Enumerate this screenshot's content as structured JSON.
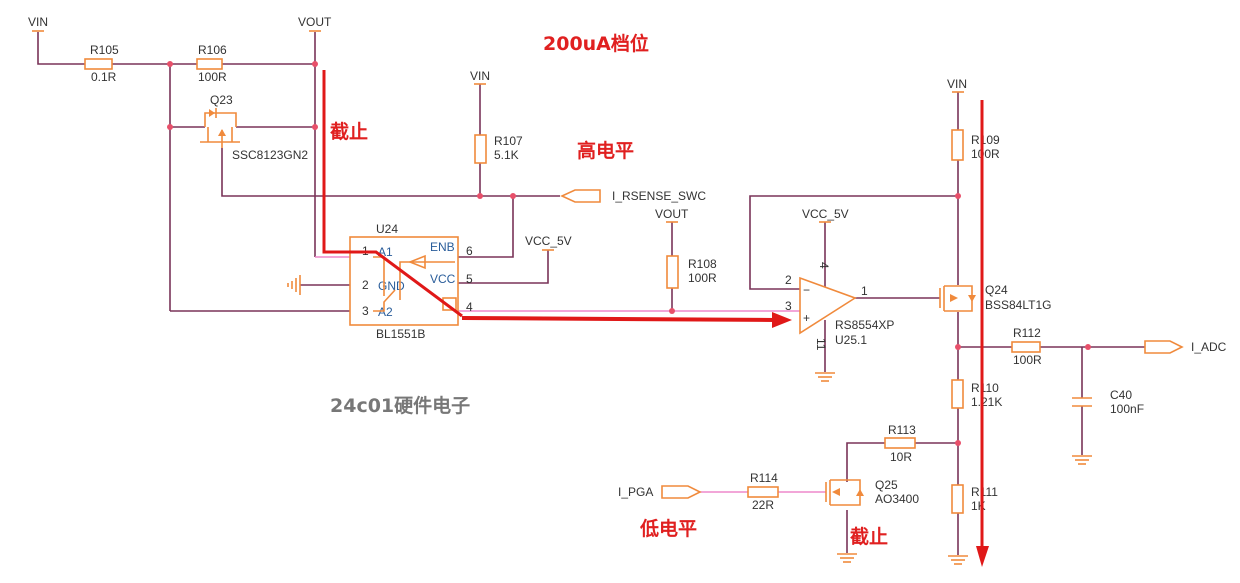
{
  "annotations": {
    "range_title": "200uA档位",
    "cutoff_top": "截止",
    "high_level": "高电平",
    "low_level": "低电平",
    "cutoff_bottom": "截止",
    "watermark": "24c01硬件电子"
  },
  "colors": {
    "wire": "#7a3358",
    "component": "#f08a3c",
    "highlight": "#e01818"
  },
  "nets": {
    "vin": "VIN",
    "vout": "VOUT",
    "vcc_5v": "VCC_5V"
  },
  "ports": {
    "i_rsense_swc": "I_RSENSE_SWC",
    "i_adc": "I_ADC",
    "i_pga": "I_PGA"
  },
  "components": {
    "r105": {
      "ref": "R105",
      "value": "0.1R"
    },
    "r106": {
      "ref": "R106",
      "value": "100R"
    },
    "r107": {
      "ref": "R107",
      "value": "5.1K"
    },
    "r108": {
      "ref": "R108",
      "value": "100R"
    },
    "r109": {
      "ref": "R109",
      "value": "100R"
    },
    "r110": {
      "ref": "R110",
      "value": "1.21K"
    },
    "r111": {
      "ref": "R111",
      "value": "1K"
    },
    "r112": {
      "ref": "R112",
      "value": "100R"
    },
    "r113": {
      "ref": "R113",
      "value": "10R"
    },
    "r114": {
      "ref": "R114",
      "value": "22R"
    },
    "c40": {
      "ref": "C40",
      "value": "100nF"
    },
    "q23": {
      "ref": "Q23",
      "part": "SSC8123GN2"
    },
    "q24": {
      "ref": "Q24",
      "part": "BSS84LT1G"
    },
    "q25": {
      "ref": "Q25",
      "part": "AO3400"
    },
    "u24": {
      "ref": "U24",
      "part": "BL1551B",
      "pins": {
        "p1": "1",
        "p2": "2",
        "p3": "3",
        "p4": "4",
        "p5": "5",
        "p6": "6",
        "a1": "A1",
        "gnd": "GND",
        "a2": "A2",
        "enb": "ENB",
        "vcc": "VCC"
      }
    },
    "u25": {
      "ref": "U25.1",
      "part": "RS8554XP",
      "pins": {
        "inv": "2",
        "noninv": "3",
        "out": "1",
        "vplus": "4",
        "vminus": "11",
        "minus": "−",
        "plus": "+"
      }
    }
  }
}
